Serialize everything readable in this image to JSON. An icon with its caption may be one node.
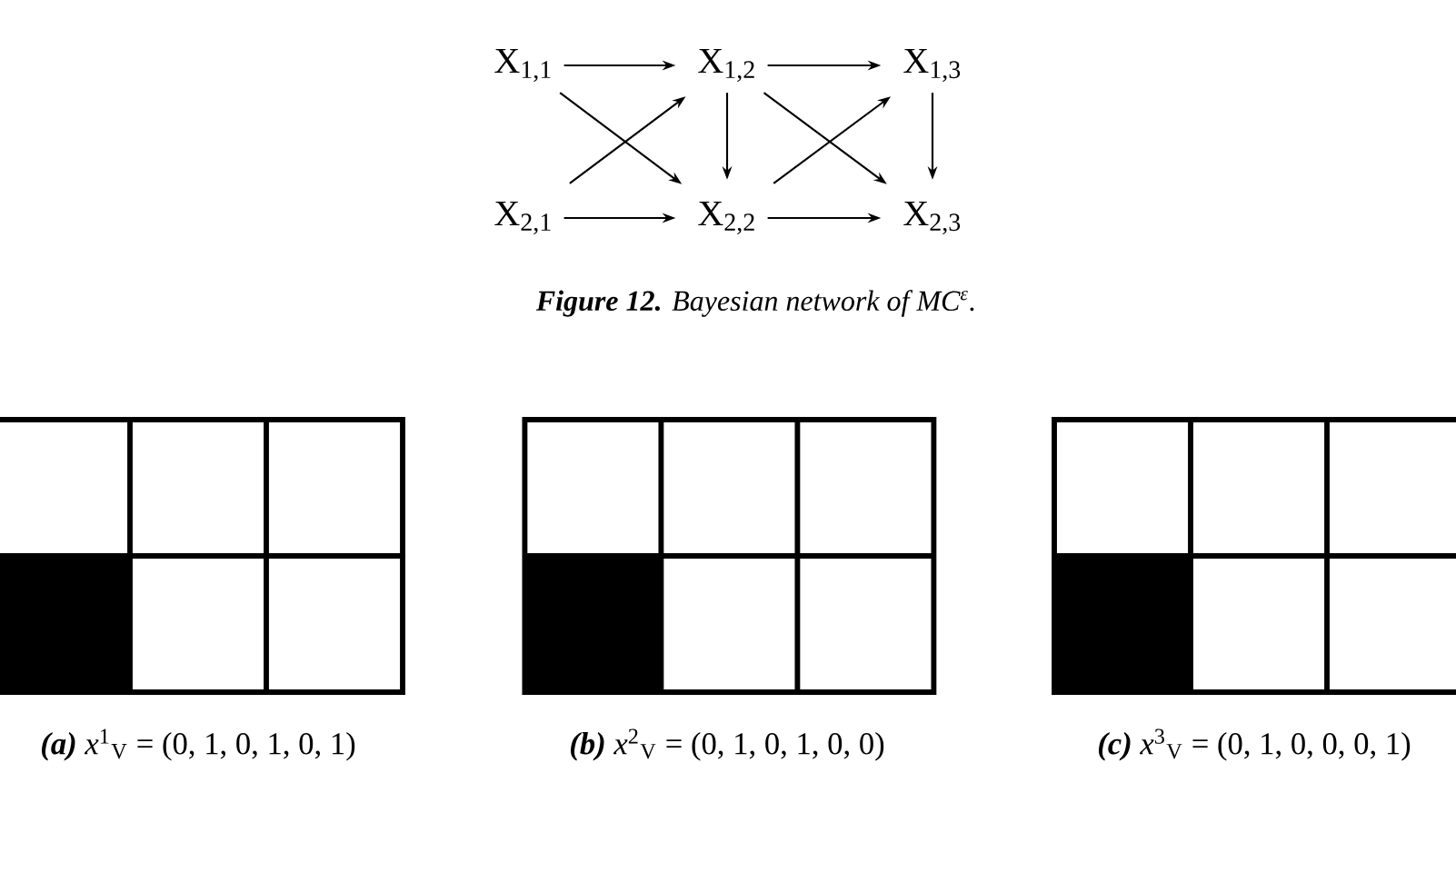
{
  "diagram": {
    "caption": "**Figure 12.** Bayesian network of MC$^{ε}$.",
    "nodes": [
      {
        "text": [
          "X$_{1,1}$"
        ]
      },
      {
        "text": [
          "X$_{1,2}$"
        ]
      },
      {
        "text": [
          "X$_{1,3}$"
        ]
      },
      {
        "text": [
          "X$_{2,1}$"
        ]
      },
      {
        "text": [
          "X$_{2,2}$"
        ]
      },
      {
        "text": [
          "X$_{2,3}$"
        ]
      }
    ],
    "edges": [
      {
        "from": 0,
        "to": 1,
        "arrow": "to"
      },
      {
        "from": 1,
        "to": 2,
        "arrow": "to"
      },
      {
        "from": 0,
        "to": 4,
        "arrow": "to"
      },
      {
        "from": 3,
        "to": 1,
        "arrow": "to"
      },
      {
        "from": 1,
        "to": 4,
        "arrow": "to"
      },
      {
        "from": 1,
        "to": 5,
        "arrow": "to"
      },
      {
        "from": 4,
        "to": 2,
        "arrow": "to"
      },
      {
        "from": 2,
        "to": 5,
        "arrow": "to"
      },
      {
        "from": 3,
        "to": 4,
        "arrow": "to"
      },
      {
        "from": 4,
        "to": 5,
        "arrow": "to"
      }
    ],
    "labels": [
      "**(a)** *x*$^{1}$$_{V}$ = (0, 1, 0, 1, 0, 1)",
      "**(b)** *x*$^{2}$$_{V}$ = (0, 1, 0, 1, 0, 0)",
      "**(c)** *x*$^{3}$$_{V}$ = (0, 1, 0, 0, 0, 1)"
    ]
  }
}
